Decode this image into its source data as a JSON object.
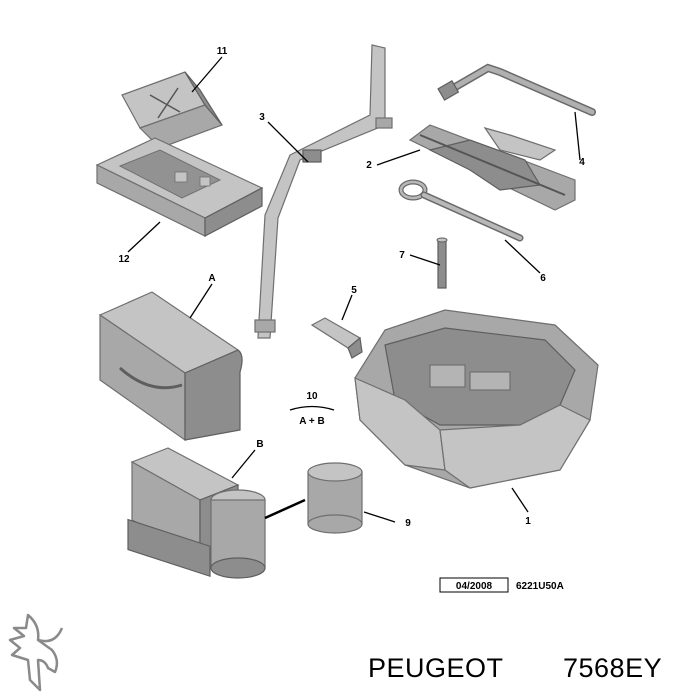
{
  "callouts": {
    "c1": "1",
    "c2": "2",
    "c3": "3",
    "c4": "4",
    "c5": "5",
    "c6": "6",
    "c7": "7",
    "c9": "9",
    "c10": "10",
    "c10_sub": "A + B",
    "c11": "11",
    "c12": "12",
    "cA": "A",
    "cB": "B"
  },
  "stamp": {
    "date": "04/2008",
    "reference": "6221U50A"
  },
  "footer": {
    "brand": "PEUGEOT",
    "part_number": "7568EY"
  },
  "colors": {
    "part_fill": "#a8a8a8",
    "part_outline": "#6f6f6f",
    "line": "#000000"
  }
}
